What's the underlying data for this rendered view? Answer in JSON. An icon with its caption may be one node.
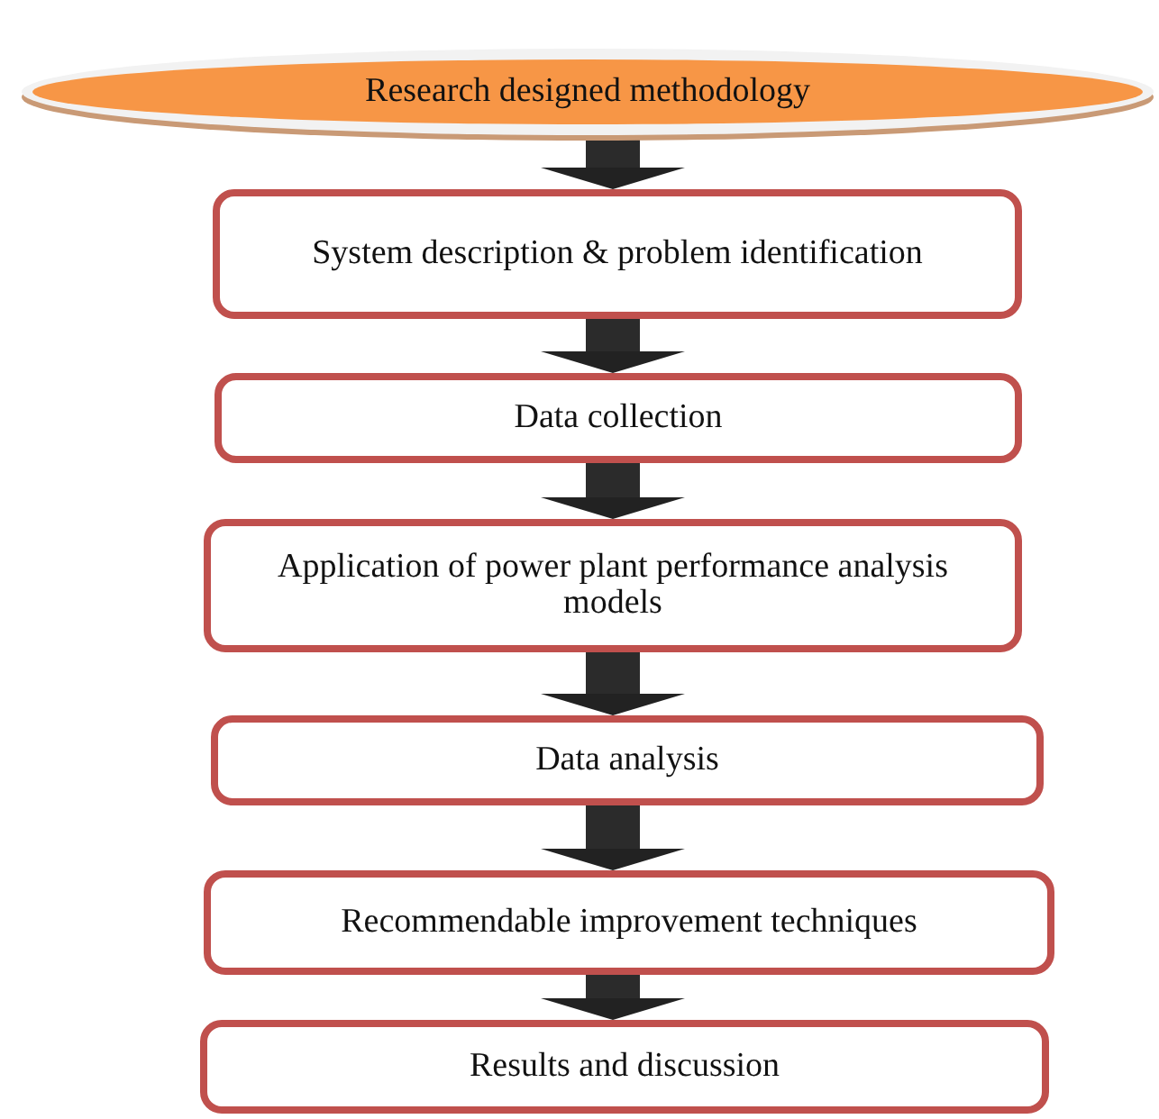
{
  "diagram": {
    "nodes": [
      {
        "text": [
          "Research designed methodology"
        ]
      },
      {
        "text": [
          "System description & problem identification"
        ]
      },
      {
        "text": [
          "Data collection"
        ]
      },
      {
        "text": [
          "Application of power plant performance analysis models"
        ]
      },
      {
        "text": [
          "Data analysis"
        ]
      },
      {
        "text": [
          "Recommendable improvement techniques"
        ]
      },
      {
        "text": [
          "Results and discussion"
        ]
      }
    ],
    "edges": [
      {
        "from": 0,
        "to": 1,
        "arrow": "to"
      },
      {
        "from": 1,
        "to": 2,
        "arrow": "to"
      },
      {
        "from": 2,
        "to": 3,
        "arrow": "to"
      },
      {
        "from": 3,
        "to": 4,
        "arrow": "to"
      },
      {
        "from": 4,
        "to": 5,
        "arrow": "to"
      },
      {
        "from": 5,
        "to": 6,
        "arrow": "to"
      }
    ]
  }
}
